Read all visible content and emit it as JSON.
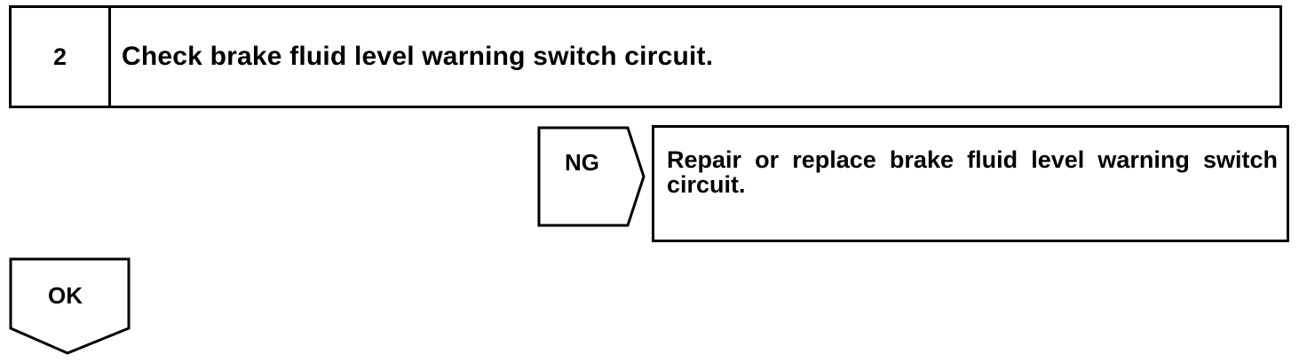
{
  "step": {
    "number": "2",
    "title": "Check brake fluid level warning switch circuit."
  },
  "ng": {
    "label": "NG",
    "action": "Repair or replace brake fluid level warning switch circuit."
  },
  "ok": {
    "label": "OK"
  }
}
